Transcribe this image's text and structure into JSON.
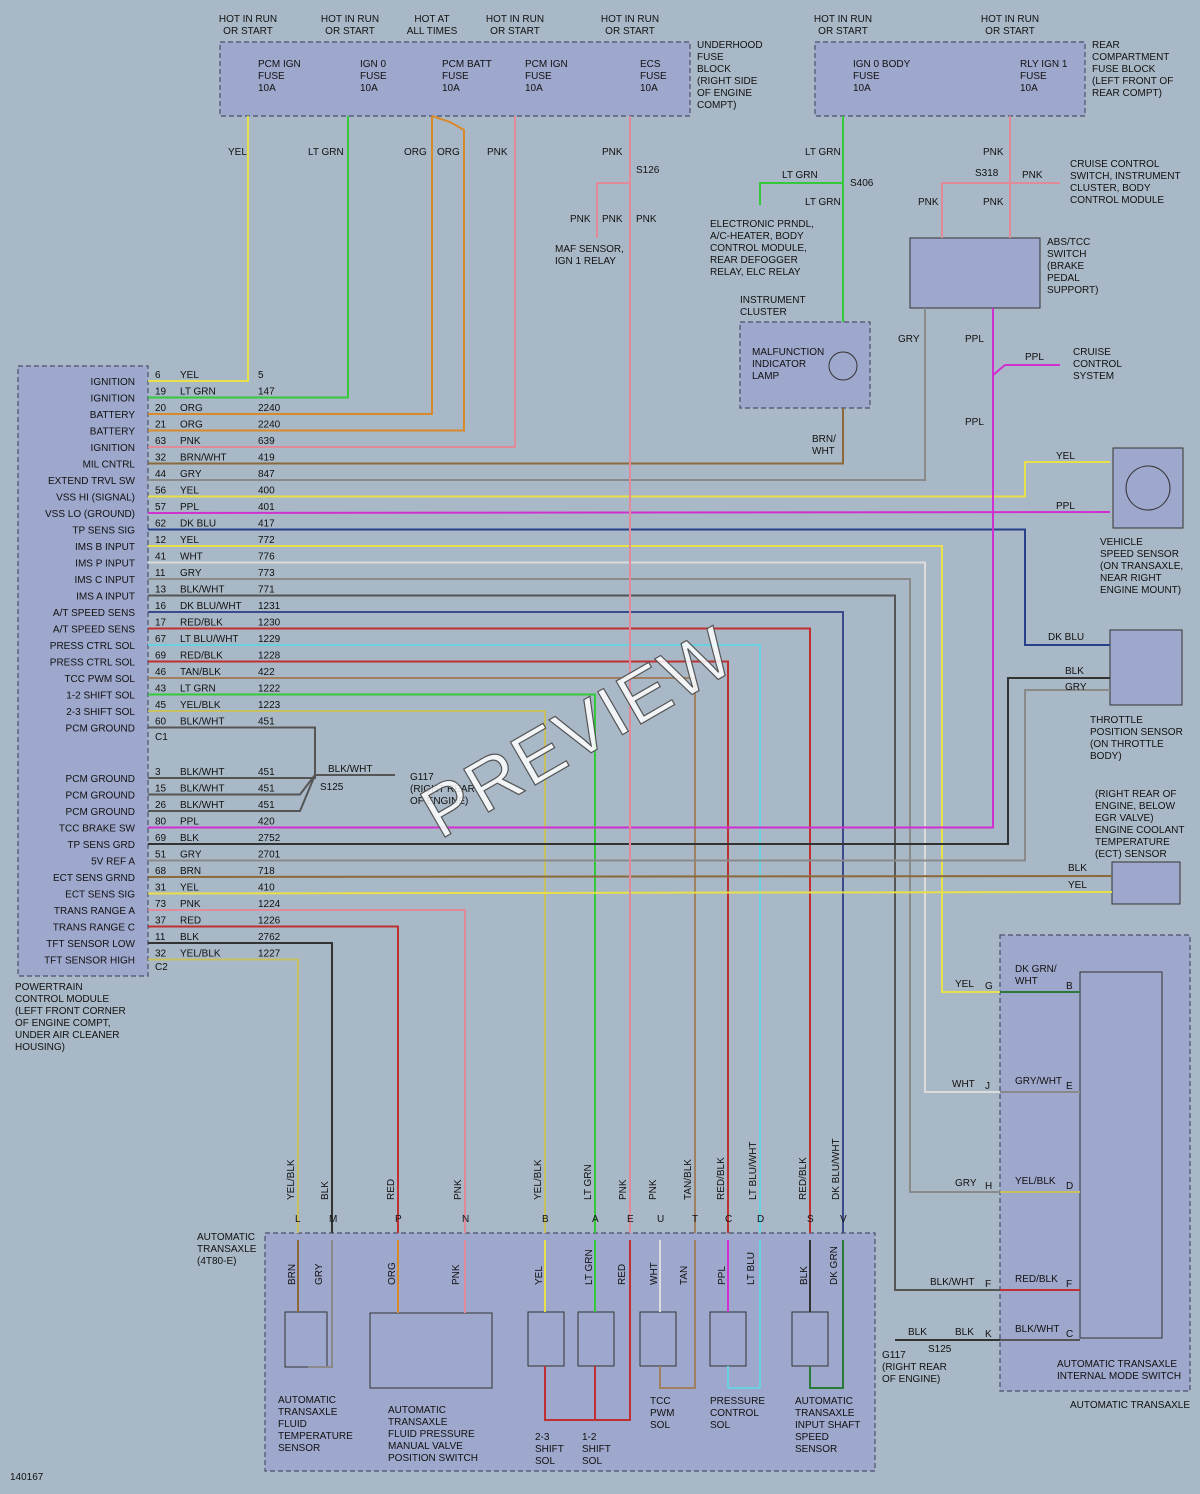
{
  "fuse_blocks": {
    "underhood": {
      "label": [
        "UNDERHOOD",
        "FUSE",
        "BLOCK",
        "(RIGHT SIDE",
        "OF ENGINE",
        "COMPT)"
      ],
      "fuses": [
        {
          "header": [
            "HOT IN RUN",
            "OR START"
          ],
          "name": [
            "PCM IGN",
            "FUSE",
            "10A"
          ],
          "wire": "YEL"
        },
        {
          "header": [
            "HOT IN RUN",
            "OR START"
          ],
          "name": [
            "IGN 0",
            "FUSE",
            "10A"
          ],
          "wire": "LT GRN"
        },
        {
          "header": [
            "HOT AT",
            "ALL TIMES"
          ],
          "name": [
            "PCM BATT",
            "FUSE",
            "10A"
          ],
          "wire": "ORG"
        },
        {
          "header": [
            "HOT IN RUN",
            "OR START"
          ],
          "name": [
            "PCM IGN",
            "FUSE",
            "10A"
          ],
          "wire": "PNK"
        },
        {
          "header": [
            "HOT IN RUN",
            "OR START"
          ],
          "name": [
            "ECS",
            "FUSE",
            "10A"
          ],
          "wire": "PNK"
        }
      ]
    },
    "rear": {
      "label": [
        "REAR",
        "COMPARTMENT",
        "FUSE BLOCK",
        "(LEFT FRONT OF",
        "REAR COMPT)"
      ],
      "fuses": [
        {
          "header": [
            "HOT IN RUN",
            "OR START"
          ],
          "name": [
            "IGN 0 BODY",
            "FUSE",
            "10A"
          ]
        },
        {
          "header": [
            "HOT IN RUN",
            "OR START"
          ],
          "name": [
            "RLY IGN 1",
            "FUSE",
            "10A"
          ]
        }
      ]
    }
  },
  "pcm": {
    "label": [
      "POWERTRAIN",
      "CONTROL MODULE",
      "(LEFT FRONT CORNER",
      "OF ENGINE COMPT,",
      "UNDER AIR CLEANER",
      "HOUSING)"
    ],
    "c1": "C1",
    "c2": "C2",
    "pins_c1": [
      {
        "name": "IGNITION",
        "pin": "6",
        "color": "YEL",
        "circuit": "5",
        "hex": "#e8e04a"
      },
      {
        "name": "IGNITION",
        "pin": "19",
        "color": "LT GRN",
        "circuit": "147",
        "hex": "#34c83a"
      },
      {
        "name": "BATTERY",
        "pin": "20",
        "color": "ORG",
        "circuit": "2240",
        "hex": "#d88a2a"
      },
      {
        "name": "BATTERY",
        "pin": "21",
        "color": "ORG",
        "circuit": "2240",
        "hex": "#d88a2a"
      },
      {
        "name": "IGNITION",
        "pin": "63",
        "color": "PNK",
        "circuit": "639",
        "hex": "#e08a9a"
      },
      {
        "name": "MIL CNTRL",
        "pin": "32",
        "color": "BRN/WHT",
        "circuit": "419",
        "hex": "#8a6a3a"
      },
      {
        "name": "EXTEND TRVL SW",
        "pin": "44",
        "color": "GRY",
        "circuit": "847",
        "hex": "#8a8a8a"
      },
      {
        "name": "VSS HI (SIGNAL)",
        "pin": "56",
        "color": "YEL",
        "circuit": "400",
        "hex": "#e8e04a"
      },
      {
        "name": "VSS LO (GROUND)",
        "pin": "57",
        "color": "PPL",
        "circuit": "401",
        "hex": "#d030d0"
      },
      {
        "name": "TP SENS SIG",
        "pin": "62",
        "color": "DK BLU",
        "circuit": "417",
        "hex": "#27408a"
      },
      {
        "name": "IMS B INPUT",
        "pin": "12",
        "color": "YEL",
        "circuit": "772",
        "hex": "#e8e04a"
      },
      {
        "name": "IMS P INPUT",
        "pin": "41",
        "color": "WHT",
        "circuit": "776",
        "hex": "#dcdcdc"
      },
      {
        "name": "IMS C INPUT",
        "pin": "11",
        "color": "GRY",
        "circuit": "773",
        "hex": "#8a8a8a"
      },
      {
        "name": "IMS A INPUT",
        "pin": "13",
        "color": "BLK/WHT",
        "circuit": "771",
        "hex": "#555555"
      },
      {
        "name": "A/T SPEED SENS",
        "pin": "16",
        "color": "DK BLU/WHT",
        "circuit": "1231",
        "hex": "#3a4a8a"
      },
      {
        "name": "A/T SPEED SENS",
        "pin": "17",
        "color": "RED/BLK",
        "circuit": "1230",
        "hex": "#c03030"
      },
      {
        "name": "PRESS CTRL SOL",
        "pin": "67",
        "color": "LT BLU/WHT",
        "circuit": "1229",
        "hex": "#6ad0e0"
      },
      {
        "name": "PRESS CTRL SOL",
        "pin": "69",
        "color": "RED/BLK",
        "circuit": "1228",
        "hex": "#c03030"
      },
      {
        "name": "TCC PWM SOL",
        "pin": "46",
        "color": "TAN/BLK",
        "circuit": "422",
        "hex": "#a08060"
      },
      {
        "name": "1-2 SHIFT SOL",
        "pin": "43",
        "color": "LT GRN",
        "circuit": "1222",
        "hex": "#34c83a"
      },
      {
        "name": "2-3 SHIFT SOL",
        "pin": "45",
        "color": "YEL/BLK",
        "circuit": "1223",
        "hex": "#c8c060"
      },
      {
        "name": "PCM GROUND",
        "pin": "60",
        "color": "BLK/WHT",
        "circuit": "451",
        "hex": "#555555"
      }
    ],
    "pins_c2": [
      {
        "name": "PCM GROUND",
        "pin": "3",
        "color": "BLK/WHT",
        "circuit": "451",
        "hex": "#555555"
      },
      {
        "name": "PCM GROUND",
        "pin": "15",
        "color": "BLK/WHT",
        "circuit": "451",
        "hex": "#555555"
      },
      {
        "name": "PCM GROUND",
        "pin": "26",
        "color": "BLK/WHT",
        "circuit": "451",
        "hex": "#555555"
      },
      {
        "name": "TCC BRAKE SW",
        "pin": "80",
        "color": "PPL",
        "circuit": "420",
        "hex": "#d030d0"
      },
      {
        "name": "TP SENS GRD",
        "pin": "69",
        "color": "BLK",
        "circuit": "2752",
        "hex": "#333333"
      },
      {
        "name": "5V REF A",
        "pin": "51",
        "color": "GRY",
        "circuit": "2701",
        "hex": "#8a8a8a"
      },
      {
        "name": "ECT SENS GRND",
        "pin": "68",
        "color": "BRN",
        "circuit": "718",
        "hex": "#8a6a3a"
      },
      {
        "name": "ECT SENS SIG",
        "pin": "31",
        "color": "YEL",
        "circuit": "410",
        "hex": "#e8e04a"
      },
      {
        "name": "TRANS RANGE A",
        "pin": "73",
        "color": "PNK",
        "circuit": "1224",
        "hex": "#e08a9a"
      },
      {
        "name": "TRANS RANGE C",
        "pin": "37",
        "color": "RED",
        "circuit": "1226",
        "hex": "#c03030"
      },
      {
        "name": "TFT SENSOR LOW",
        "pin": "11",
        "color": "BLK",
        "circuit": "2762",
        "hex": "#333333"
      },
      {
        "name": "TFT SENSOR HIGH",
        "pin": "32",
        "color": "YEL/BLK",
        "circuit": "1227",
        "hex": "#c8c060"
      }
    ]
  },
  "splices": {
    "s126": "S126",
    "s406": "S406",
    "s318": "S318",
    "s125": "S125"
  },
  "labels": {
    "maf": [
      "MAF SENSOR,",
      "IGN 1 RELAY"
    ],
    "prndl": [
      "ELECTRONIC PRNDL,",
      "A/C-HEATER, BODY",
      "CONTROL MODULE,",
      "REAR DEFOGGER",
      "RELAY, ELC RELAY"
    ],
    "cruise_sw": [
      "CRUISE CONTROL",
      "SWITCH, INSTRUMENT",
      "CLUSTER, BODY",
      "CONTROL MODULE"
    ],
    "abs_tcc": [
      "ABS/TCC",
      "SWITCH",
      "(BRAKE",
      "PEDAL",
      "SUPPORT)"
    ],
    "cruise_sys": [
      "CRUISE",
      "CONTROL",
      "SYSTEM"
    ],
    "inst_cluster": [
      "INSTRUMENT",
      "CLUSTER"
    ],
    "mil": [
      "MALFUNCTION",
      "INDICATOR",
      "LAMP"
    ],
    "vss": [
      "VEHICLE",
      "SPEED SENSOR",
      "(ON TRANSAXLE,",
      "NEAR RIGHT",
      "ENGINE MOUNT)"
    ],
    "tps": [
      "THROTTLE",
      "POSITION SENSOR",
      "(ON THROTTLE",
      "BODY)"
    ],
    "ect": [
      "(RIGHT REAR OF",
      "ENGINE, BELOW",
      "EGR VALVE)",
      "ENGINE COOLANT",
      "TEMPERATURE",
      "(ECT) SENSOR"
    ],
    "g117_a": [
      "G117",
      "(RIGHT REAR",
      "OF ENGINE)"
    ],
    "g117_b": [
      "G117",
      "(RIGHT REAR",
      "OF ENGINE)"
    ],
    "ims": [
      "AUTOMATIC TRANSAXLE",
      "INTERNAL MODE SWITCH"
    ],
    "auto_trans": "AUTOMATIC TRANSAXLE",
    "trans_box": [
      "AUTOMATIC",
      "TRANSAXLE",
      "(4T80-E)"
    ],
    "tft": [
      "AUTOMATIC",
      "TRANSAXLE",
      "FLUID",
      "TEMPERATURE",
      "SENSOR"
    ],
    "tfp": [
      "AUTOMATIC",
      "TRANSAXLE",
      "FLUID PRESSURE",
      "MANUAL VALVE",
      "POSITION SWITCH"
    ],
    "sol23": [
      "2-3",
      "SHIFT",
      "SOL"
    ],
    "sol12": [
      "1-2",
      "SHIFT",
      "SOL"
    ],
    "tcc": [
      "TCC",
      "PWM",
      "SOL"
    ],
    "pcs": [
      "PRESSURE",
      "CONTROL",
      "SOL"
    ],
    "issp": [
      "AUTOMATIC",
      "TRANSAXLE",
      "INPUT SHAFT",
      "SPEED",
      "SENSOR"
    ],
    "figure_id": "140167",
    "watermark": "PREVIEW"
  },
  "trans_pins": [
    {
      "pin": "L",
      "color": "YEL/BLK"
    },
    {
      "pin": "M",
      "color": "BLK"
    },
    {
      "pin": "P",
      "color": "RED"
    },
    {
      "pin": "N",
      "color": "PNK"
    },
    {
      "pin": "B",
      "color": "YEL/BLK"
    },
    {
      "pin": "A",
      "color": "LT GRN"
    },
    {
      "pin": "E",
      "color": "PNK"
    },
    {
      "pin": "U",
      "color": "PNK"
    },
    {
      "pin": "T",
      "color": "TAN/BLK"
    },
    {
      "pin": "C",
      "color": "RED/BLK"
    },
    {
      "pin": "D",
      "color": "LT BLU/WHT"
    },
    {
      "pin": "S",
      "color": "RED/BLK"
    },
    {
      "pin": "V",
      "color": "DK BLU/WHT"
    }
  ],
  "inner_wires": [
    "BRN",
    "GRY",
    "ORG",
    "PNK",
    "YEL",
    "LT GRN",
    "RED",
    "WHT",
    "TAN",
    "PPL",
    "LT BLU",
    "BLK",
    "DK GRN"
  ],
  "ims_rows": [
    {
      "pin": "G",
      "color": "YEL",
      "inner": [
        "DK GRN/",
        "WHT"
      ],
      "ipin": "B"
    },
    {
      "pin": "J",
      "color": "WHT",
      "inner": [
        "GRY/WHT"
      ],
      "ipin": "E"
    },
    {
      "pin": "H",
      "color": "GRY",
      "inner": [
        "YEL/BLK"
      ],
      "ipin": "D"
    },
    {
      "pin": "F",
      "color": "BLK/WHT",
      "inner": [
        "RED/BLK"
      ],
      "ipin": "F"
    },
    {
      "pin": "K",
      "color": "BLK",
      "inner": [
        "BLK/WHT"
      ],
      "ipin": "C"
    }
  ]
}
